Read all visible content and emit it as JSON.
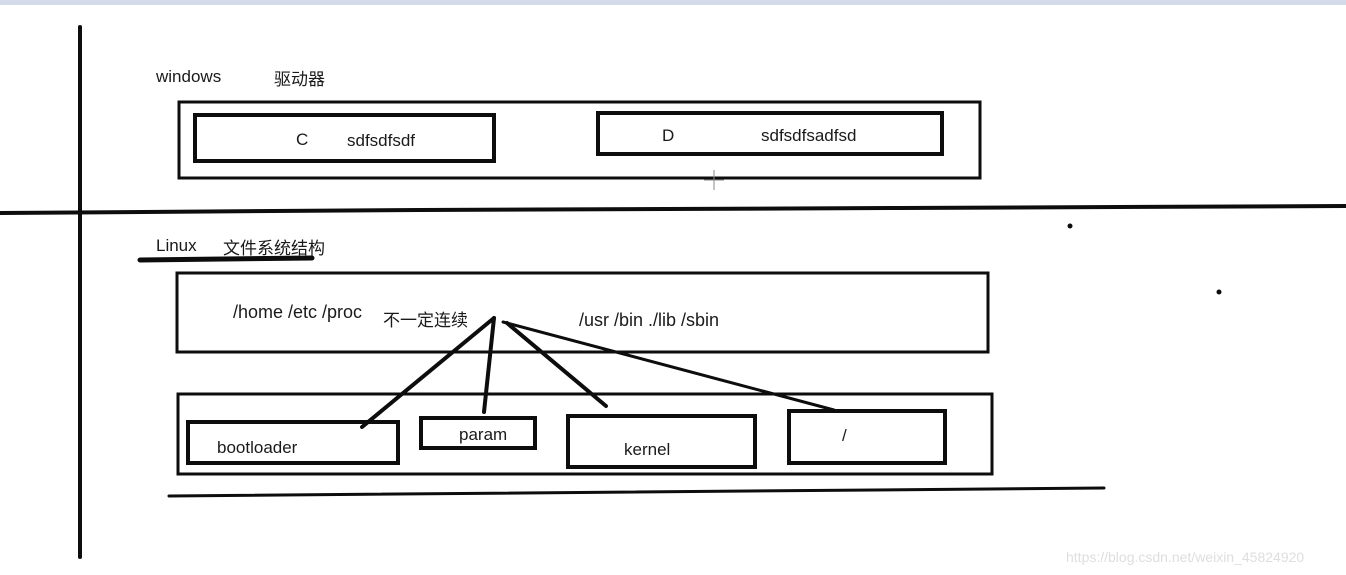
{
  "windows": {
    "label": "windows",
    "drive_label": "驱动器",
    "drives": [
      {
        "letter": "C",
        "content": "sdfsdfsdf"
      },
      {
        "letter": "D",
        "content": "sdfsdfsadfsd"
      }
    ]
  },
  "linux": {
    "label": "Linux",
    "fs_label": "文件系统结构",
    "dirs_left": "/home   /etc  /proc",
    "note": "不一定连续",
    "dirs_right": "/usr /bin ./lib /sbin",
    "partitions": [
      "bootloader",
      "param",
      "kernel",
      "/"
    ]
  },
  "watermark": "https://blog.csdn.net/weixin_45824920",
  "colors": {
    "ink": "#0d0d0d",
    "topbar": "#d3dbe9",
    "watermark": "#dedede"
  }
}
